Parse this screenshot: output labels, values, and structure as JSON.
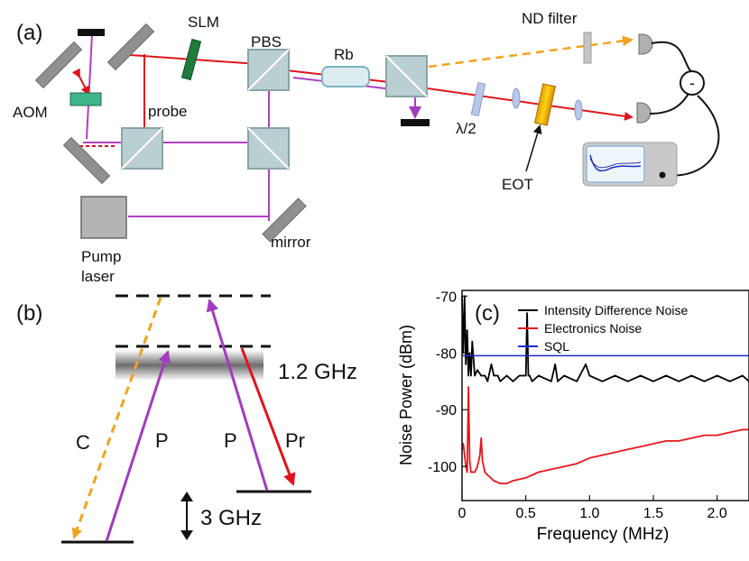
{
  "panel_labels": {
    "a": "(a)",
    "b": "(b)",
    "c": "(c)"
  },
  "setup": {
    "slm": "SLM",
    "pbs": "PBS",
    "rb": "Rb",
    "nd_filter": "ND filter",
    "aom": "AOM",
    "probe": "probe",
    "half_wave": "λ/2",
    "eot": "EOT",
    "pump_laser_line1": "Pump",
    "pump_laser_line2": "laser",
    "mirror": "mirror",
    "subtract_symbol": "-"
  },
  "levels": {
    "splitting_1": "1.2 GHz",
    "splitting_2": "3 GHz",
    "c": "C",
    "p1": "P",
    "p2": "P",
    "pr": "Pr"
  },
  "colors": {
    "probe_beam": "#e0141b",
    "pump_beam": "#b03fc3",
    "conjugate_beam": "#f2a31c",
    "intensity_noise": "#000000",
    "electronics_noise": "#e8161c",
    "sql": "#1b2bd0"
  },
  "chart_data": {
    "type": "line",
    "xlabel": "Frequency (MHz)",
    "ylabel": "Noise Power (dBm)",
    "xlim": [
      0,
      2.25
    ],
    "ylim": [
      -106,
      -69
    ],
    "xticks": [
      0,
      0.5,
      1.0,
      1.5,
      2.0
    ],
    "xtick_labels": [
      "0",
      "0.5",
      "1.0",
      "1.5",
      "2.0"
    ],
    "yticks": [
      -70,
      -80,
      -90,
      -100
    ],
    "ytick_labels": [
      "-70",
      "-80",
      "-90",
      "-100"
    ],
    "legend_position": "top-right",
    "series": [
      {
        "name": "Intensity Difference Noise",
        "x": [
          0.0,
          0.01,
          0.02,
          0.03,
          0.04,
          0.05,
          0.06,
          0.07,
          0.08,
          0.1,
          0.12,
          0.15,
          0.18,
          0.2,
          0.23,
          0.25,
          0.28,
          0.3,
          0.35,
          0.4,
          0.45,
          0.5,
          0.51,
          0.52,
          0.53,
          0.55,
          0.6,
          0.7,
          0.73,
          0.75,
          0.8,
          0.9,
          0.97,
          1.0,
          1.1,
          1.2,
          1.3,
          1.4,
          1.5,
          1.6,
          1.7,
          1.8,
          1.9,
          2.0,
          2.1,
          2.2,
          2.25
        ],
        "y": [
          -70,
          -80,
          -70,
          -82,
          -76,
          -84,
          -80,
          -84,
          -78,
          -84,
          -83,
          -84,
          -84,
          -85,
          -82,
          -84,
          -84,
          -85,
          -84,
          -85,
          -84,
          -84,
          -73,
          -84,
          -84,
          -85,
          -84,
          -85,
          -82,
          -85,
          -84,
          -85,
          -82,
          -84,
          -85,
          -84,
          -85,
          -84,
          -85,
          -84,
          -85,
          -84,
          -85,
          -84,
          -85,
          -84,
          -85
        ]
      },
      {
        "name": "Electronics Noise",
        "x": [
          0.0,
          0.01,
          0.02,
          0.03,
          0.04,
          0.05,
          0.06,
          0.07,
          0.08,
          0.1,
          0.12,
          0.14,
          0.15,
          0.16,
          0.18,
          0.2,
          0.25,
          0.3,
          0.35,
          0.4,
          0.5,
          0.6,
          0.7,
          0.8,
          0.9,
          1.0,
          1.1,
          1.2,
          1.3,
          1.4,
          1.5,
          1.6,
          1.7,
          1.8,
          1.9,
          2.0,
          2.1,
          2.2,
          2.25
        ],
        "y": [
          -97,
          -96,
          -98,
          -100,
          -101,
          -86,
          -99,
          -101,
          -101,
          -101,
          -100,
          -98,
          -95,
          -99,
          -101,
          -101.5,
          -102.5,
          -103,
          -103,
          -102.5,
          -102,
          -101,
          -100.5,
          -100,
          -99.5,
          -98.5,
          -98,
          -97.5,
          -97,
          -96.5,
          -96,
          -95.5,
          -95.5,
          -95,
          -94.5,
          -94.5,
          -94,
          -93.5,
          -93.5
        ]
      },
      {
        "name": "SQL",
        "x": [
          0.0,
          2.25
        ],
        "y": [
          -80.5,
          -80.5
        ]
      }
    ]
  }
}
